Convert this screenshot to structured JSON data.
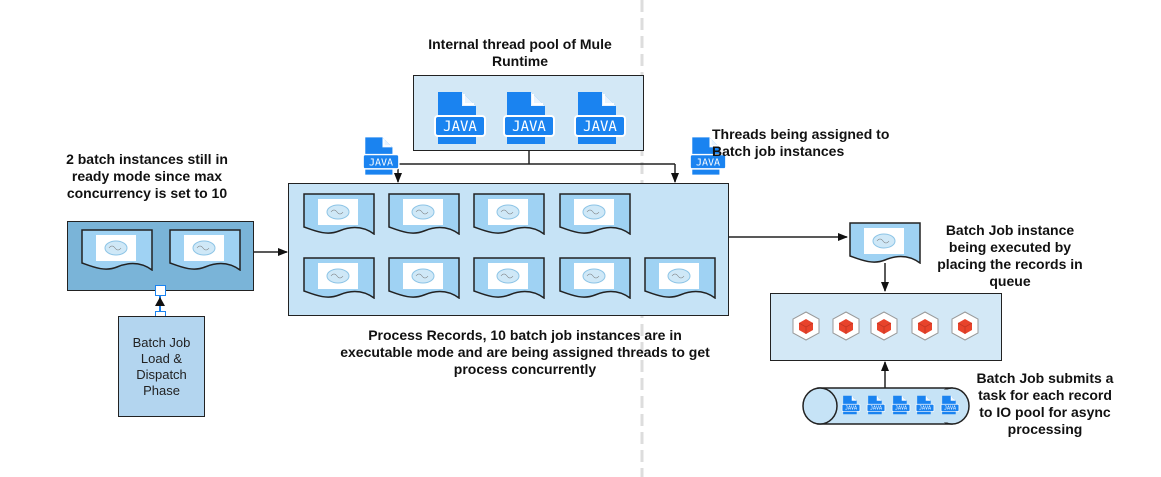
{
  "labels": {
    "thread_pool_title": "Internal thread pool of Mule Runtime",
    "threads_assigned": "Threads being assigned to Batch job instances",
    "ready_mode": "2 batch instances still in ready mode since max concurrency is set to 10",
    "process_records": "Process Records, 10 batch job instances are in executable mode and are being assigned threads to get process concurrently",
    "load_dispatch": "Batch Job Load & Dispatch Phase",
    "executing_instance": "Batch Job instance being executed by placing the records in queue",
    "io_pool": "Batch Job submits a task for each record to IO pool for async processing"
  },
  "icons": {
    "java_file": "JAVA",
    "record_doc": "salesforce-cloud-document",
    "queue_item": "cube"
  },
  "counts": {
    "thread_pool_java_icons": 3,
    "executable_instances": 9,
    "ready_instances": 2,
    "queue_records": 5,
    "io_pool_tasks": 5
  },
  "colors": {
    "java_blue": "#1a83f0",
    "doc_fill": "#9fd2f3",
    "process_box": "#c6e3f6",
    "ready_box": "#7ab4d8",
    "load_box": "#b3d5ef",
    "cube_red": "#e8432b"
  }
}
